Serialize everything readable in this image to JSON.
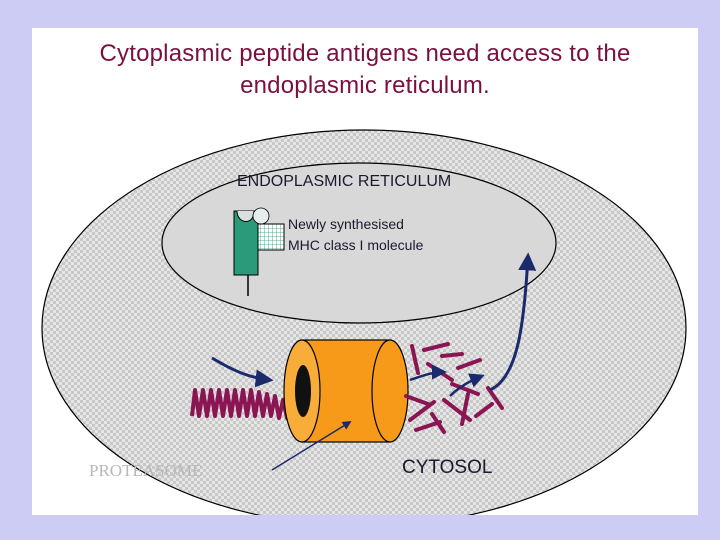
{
  "slide": {
    "title_line1": "Cytoplasmic peptide antigens need access to the",
    "title_line2": "endoplasmic reticulum."
  },
  "diagram": {
    "er_label": "ENDOPLASMIC RETICULUM",
    "mhc_label_line1": "Newly synthesised",
    "mhc_label_line2": "MHC class I molecule",
    "cytosol_label": "CYTOSOL",
    "proteasome_label": "PROTEASOME"
  },
  "colors": {
    "background": "#ccccf5",
    "title": "#7a1040",
    "proteasome": "#f79a1a",
    "peptide": "#8b1552",
    "arrow": "#1a2a6c",
    "mhc": "#2a9a7a"
  }
}
